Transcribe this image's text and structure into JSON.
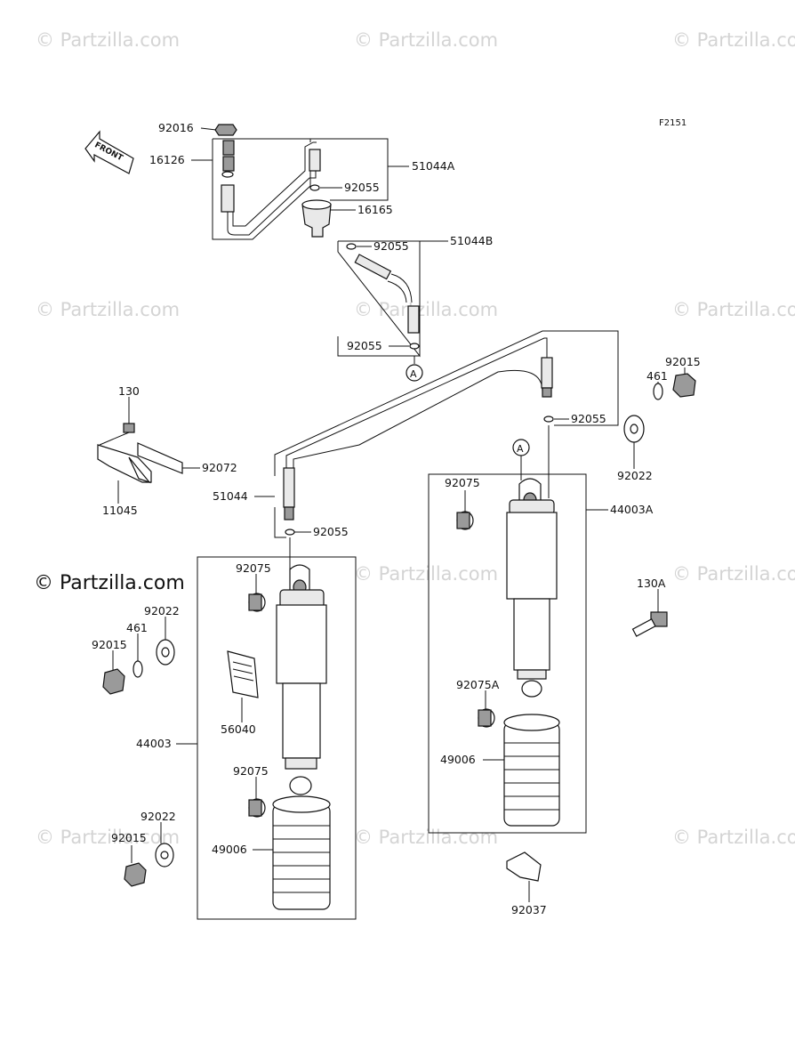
{
  "watermark": {
    "text": "© Partzilla.com",
    "main_text": "© Partzilla.com"
  },
  "figure_ref": "F2151",
  "front_arrow": "FRONT",
  "callout_letter": "A",
  "labels": {
    "p92016": "92016",
    "p16126": "16126",
    "p51044A": "51044A",
    "p92055_a": "92055",
    "p16165": "16165",
    "p92055_b": "92055",
    "p51044B": "51044B",
    "p92055_c": "92055",
    "p130": "130",
    "p92072": "92072",
    "p51044": "51044",
    "p11045": "11045",
    "p92055_d": "92055",
    "p92055_e": "92055",
    "p92015_r": "92015",
    "p461_r": "461",
    "p92022_r": "92022",
    "p92075_r": "92075",
    "p44003A": "44003A",
    "p130A": "130A",
    "p92075A": "92075A",
    "p49006_r": "49006",
    "p92037": "92037",
    "p92075_l1": "92075",
    "p92022_l1": "92022",
    "p461_l": "461",
    "p92015_l1": "92015",
    "p56040": "56040",
    "p44003": "44003",
    "p92075_l2": "92075",
    "p92022_l2": "92022",
    "p92015_l2": "92015",
    "p49006_l": "49006"
  }
}
